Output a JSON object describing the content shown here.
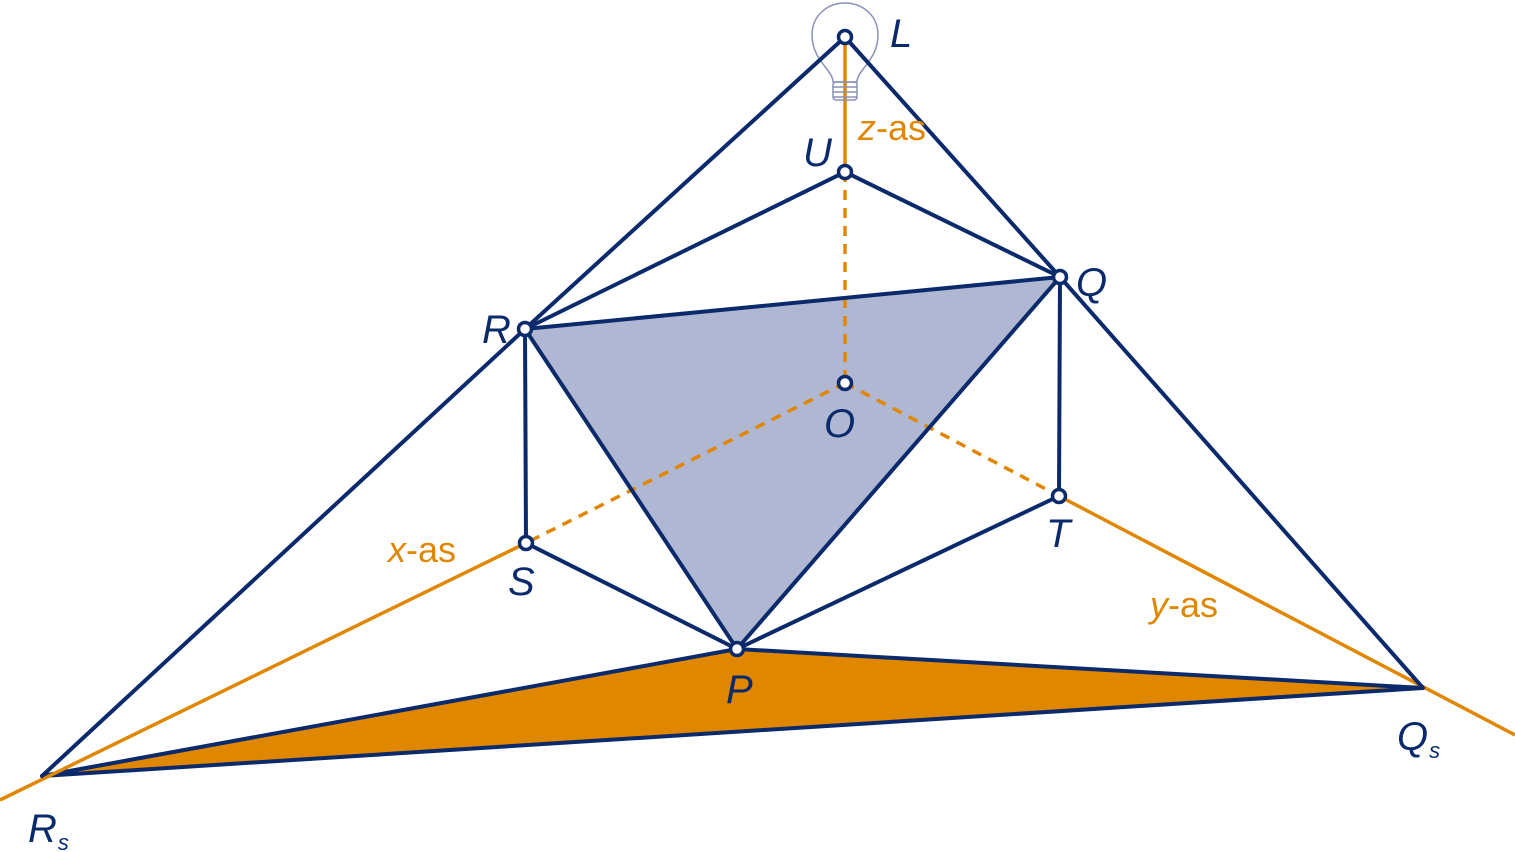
{
  "diagram": {
    "points": {
      "L": "L",
      "U": "U",
      "Q": "Q",
      "R": "R",
      "O": "O",
      "T": "T",
      "S": "S",
      "P": "P",
      "Qs": "Q",
      "Qs_sub": "s",
      "Rs": "R",
      "Rs_sub": "s"
    },
    "axes": {
      "x_var": "x",
      "y_var": "y",
      "z_var": "z",
      "suffix": "-as"
    },
    "colors": {
      "line": "#0b2a6b",
      "axis": "#e08700",
      "triangle_fill": "#b0b7d3",
      "shadow_fill": "#e08700"
    },
    "icons": [
      "lightbulb-icon"
    ]
  }
}
